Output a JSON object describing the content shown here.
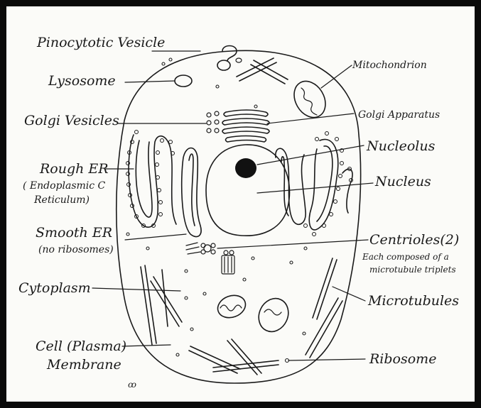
{
  "labels": {
    "pinocytotic_vesicle": "Pinocytotic Vesicle",
    "lysosome": "Lysosome",
    "golgi_vesicles": "Golgi Vesicles",
    "rough_er": "Rough ER",
    "rough_er_note_1": "( Endoplasmic C",
    "rough_er_note_2": "Reticulum)",
    "smooth_er": "Smooth ER",
    "smooth_er_note": "(no ribosomes)",
    "cytoplasm": "Cytoplasm",
    "cell_membrane_1": "Cell (Plasma)",
    "cell_membrane_2": "Membrane",
    "mitochondrion": "Mitochondrion",
    "golgi_apparatus": "Golgi Apparatus",
    "nucleolus": "Nucleolus",
    "nucleus": "Nucleus",
    "centrioles": "Centrioles(2)",
    "centrioles_note_1": "Each composed of a",
    "centrioles_note_2": "microtubule triplets",
    "microtubules": "Microtubules",
    "ribosome": "Ribosome"
  }
}
